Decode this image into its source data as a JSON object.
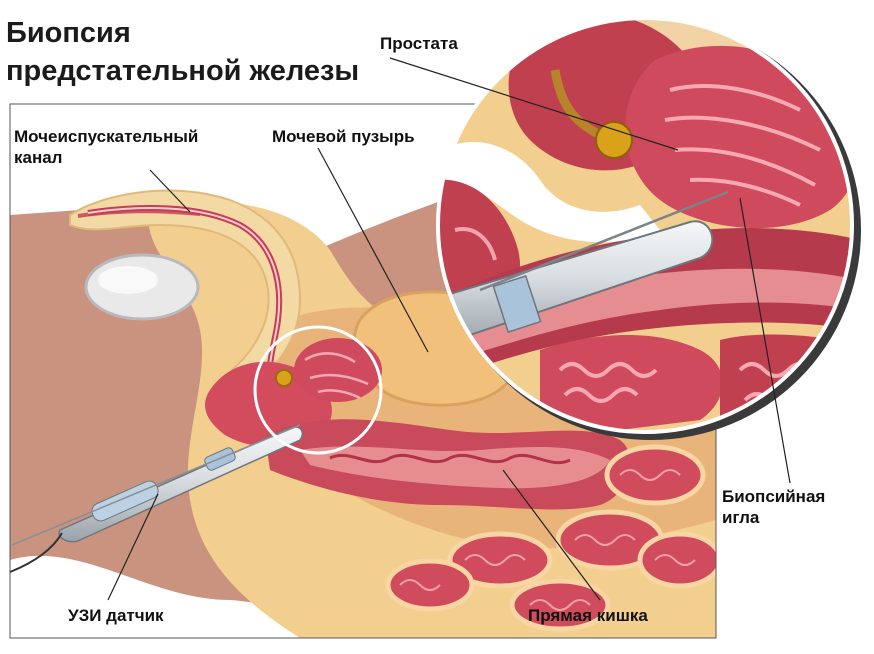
{
  "title": {
    "line1": "Биопсия",
    "line2": "предстательной железы"
  },
  "labels": {
    "urethra_1": "Мочеиспускательный",
    "urethra_2": "канал",
    "bladder": "Мочевой пузырь",
    "prostate": "Простата",
    "needle_1": "Биопсийная",
    "needle_2": "игла",
    "probe": "УЗИ датчик",
    "rectum": "Прямая кишка"
  },
  "colors": {
    "skin": "#c58d79",
    "fat": "#f2cf8e",
    "tissue": "#d85a6a",
    "dark_tissue": "#b53a4c",
    "bladder": "#f1bd6e",
    "probe": "#dde2e6",
    "outline": "#5a2b22"
  }
}
